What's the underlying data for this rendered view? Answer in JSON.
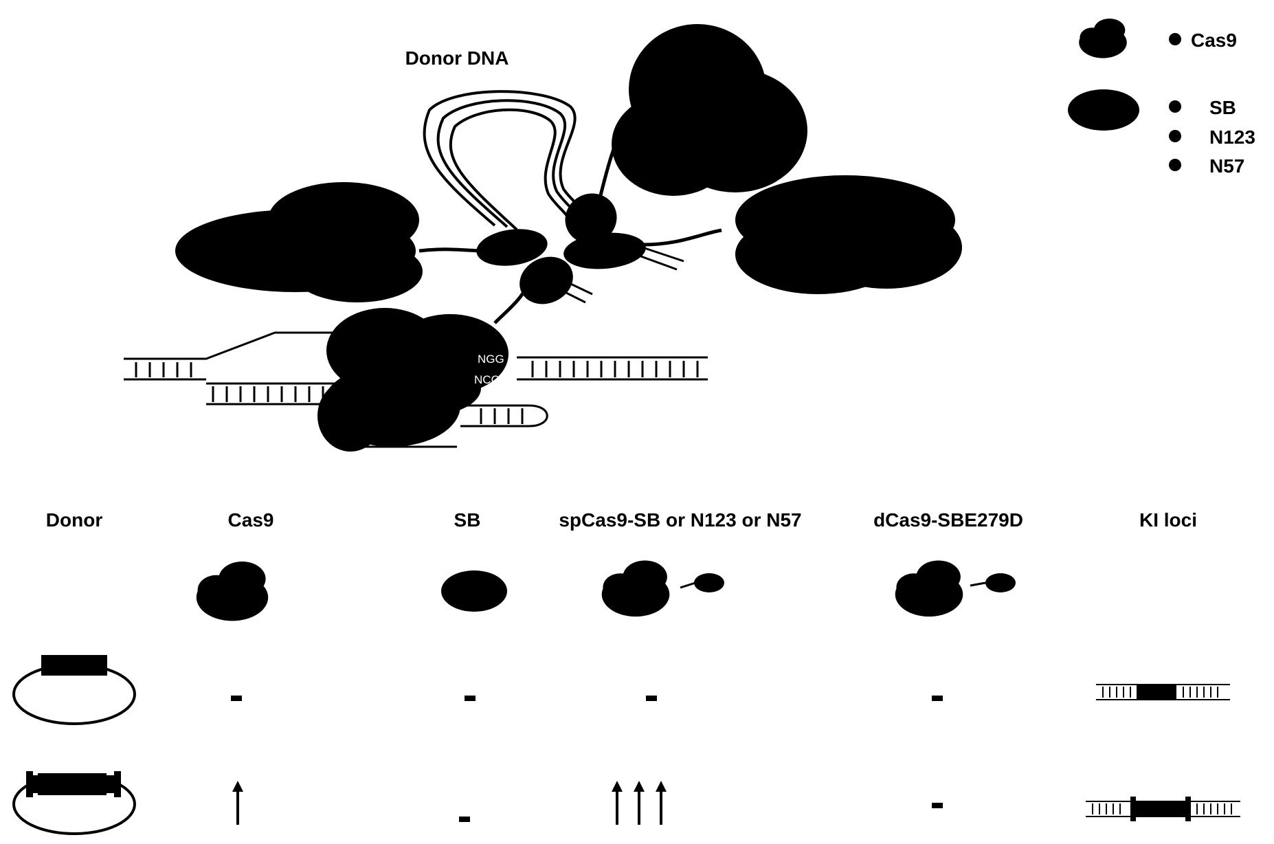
{
  "diagram": {
    "title": "Donor DNA",
    "pam_top": "NGG",
    "pam_bottom": "NCC"
  },
  "legend": {
    "items": [
      {
        "label": "Cas9"
      },
      {
        "label": "SB"
      },
      {
        "label": "N123"
      },
      {
        "label": "N57"
      }
    ]
  },
  "table": {
    "columns": [
      "Donor",
      "Cas9",
      "SB",
      "spCas9-SB or N123 or N57",
      "dCas9-SBE279D",
      "KI loci"
    ],
    "rows": [
      {
        "results": [
          "-",
          "-",
          "-",
          "-"
        ]
      },
      {
        "results": [
          "up-1",
          "-",
          "up-3",
          "-"
        ]
      }
    ]
  },
  "colors": {
    "ink": "#000000",
    "paper": "#ffffff"
  },
  "icons": {
    "cas9": "cas9-protein-shape",
    "sb": "sb-transposase-ellipse",
    "fusion": "cas9-sb-fusion-shape",
    "donor_plasmid": "plasmid-circle",
    "ki_locus": "double-strand-dna",
    "increase": "up-arrow",
    "no_change": "dash"
  }
}
